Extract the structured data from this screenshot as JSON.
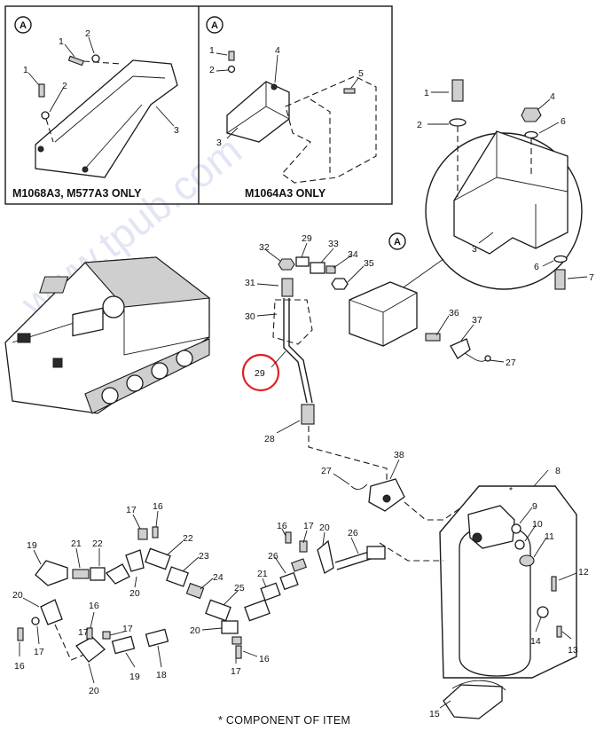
{
  "watermark": "www.tpub.com",
  "detail_letter": "A",
  "captions": {
    "panel_left": "M1068A3, M577A3 ONLY",
    "panel_right": "M1064A3 ONLY",
    "footnote": "* COMPONENT OF ITEM"
  },
  "asterisk": "*",
  "highlight": {
    "item": "29",
    "color": "#e02020"
  },
  "callouts": {
    "c1": "1",
    "c2": "2",
    "c3": "3",
    "c4": "4",
    "c5": "5",
    "c6": "6",
    "c7": "7",
    "c8": "8",
    "c9": "9",
    "c10": "10",
    "c11": "11",
    "c12": "12",
    "c13": "13",
    "c14": "14",
    "c15": "15",
    "c16": "16",
    "c17": "17",
    "c18": "18",
    "c19": "19",
    "c20": "20",
    "c21": "21",
    "c22": "22",
    "c23": "23",
    "c24": "24",
    "c25": "25",
    "c26": "26",
    "c27": "27",
    "c28": "28",
    "c29": "29",
    "c30": "30",
    "c31": "31",
    "c32": "32",
    "c33": "33",
    "c34": "34",
    "c35": "35",
    "c36": "36",
    "c37": "37",
    "c38": "38"
  }
}
